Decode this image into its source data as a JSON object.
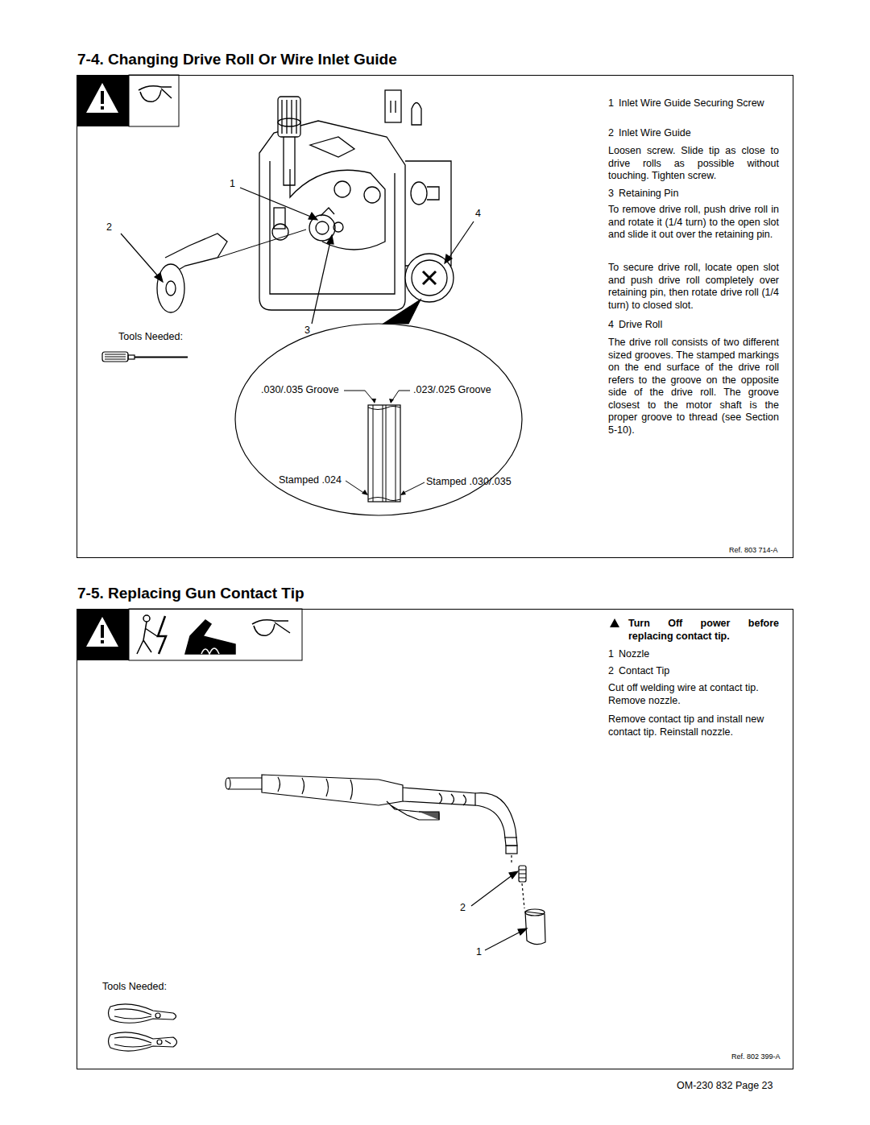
{
  "diagram": {
    "nodes": [
      {
        "text": [
          "7-4. Changing Drive Roll Or Wire Inlet Guide"
        ]
      },
      {
        "text": [
          ".030/.035 Groove",
          ".023/.025 Groove",
          "Stamped .024",
          "Stamped .030/.035"
        ],
        "in": 0
      },
      {
        "text": [
          "7-5. Replacing Gun Contact Tip"
        ]
      }
    ],
    "labels": [
      "1",
      "4",
      "2",
      "3",
      "Tools Needed:",
      "1",
      "Inlet Wire Guide Securing Screw",
      "2",
      "Inlet Wire Guide",
      "Loosen screw. Slide tip as close to drive rolls as possible without touching. Tighten screw.",
      "3",
      "Retaining Pin",
      "To remove drive roll, push drive roll in and rotate it (1/4 turn) to the open slot and slide it out over the retaining pin.",
      "To secure drive roll, locate open slot and push drive roll completely over retaining pin, then rotate drive roll (1/4 turn) to closed slot.",
      "4",
      "Drive Roll",
      "The drive roll consists of two different sized grooves. The stamped markings on the end surface of the drive roll refers to the groove on the opposite side of the drive roll. The groove closest to the motor shaft is the proper groove to thread (see Section 5-10).",
      "Ref. 803 714-A",
      "Turn Off power before replacing contact tip.",
      "1",
      "Nozzle",
      "2",
      "Contact Tip",
      "Cut off welding wire at contact tip. Remove nozzle.",
      "Remove contact tip and install new contact tip. Reinstall nozzle.",
      "2",
      "1",
      "Tools Needed:",
      "Ref. 802 399-A",
      "OM-230 832 Page 23"
    ]
  }
}
